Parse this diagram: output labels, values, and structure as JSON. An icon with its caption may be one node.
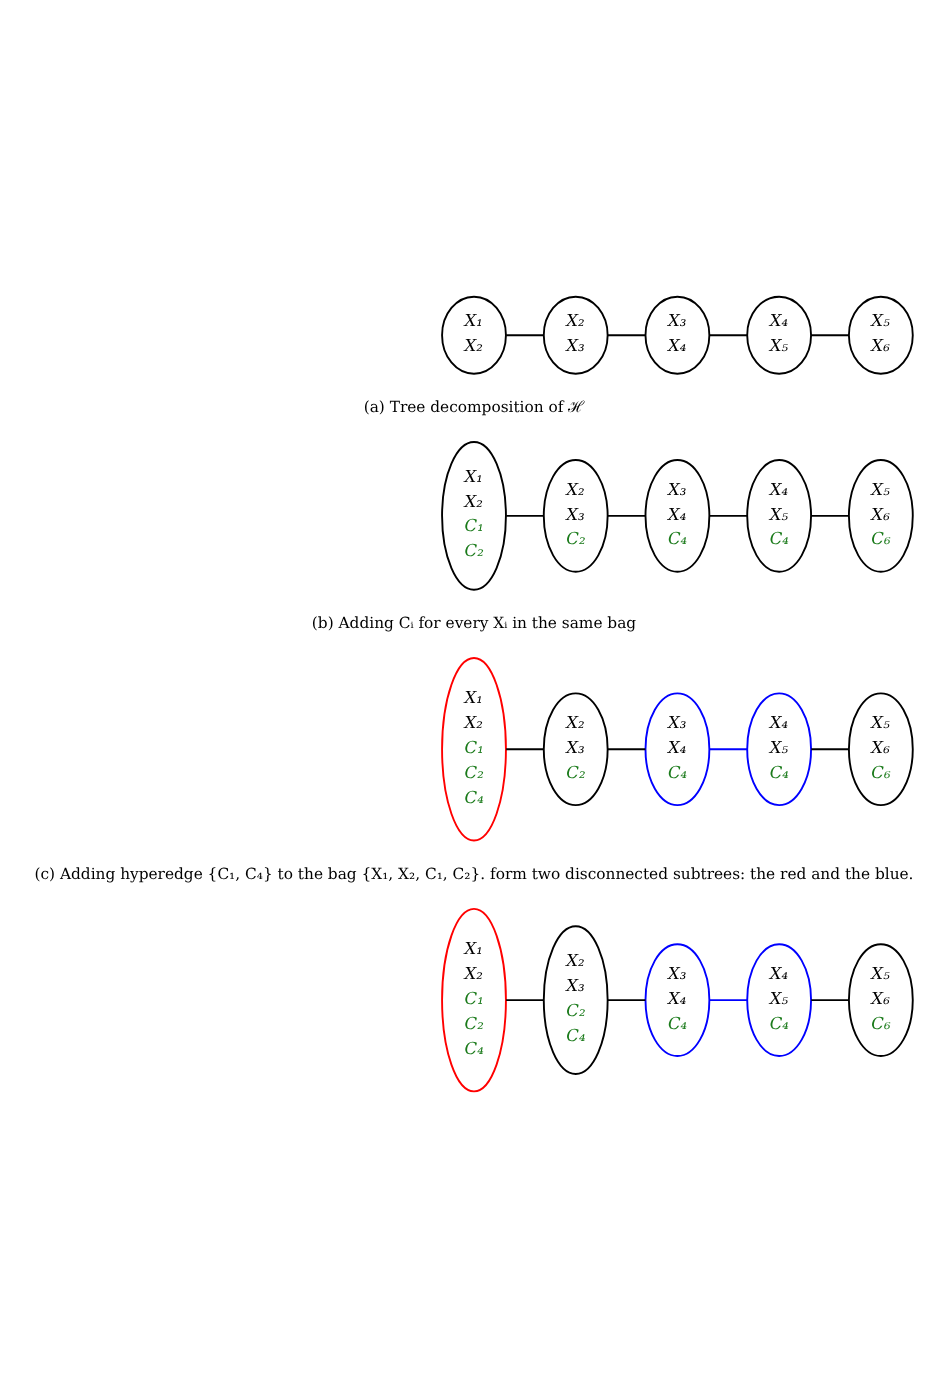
{
  "diagram": {
    "nodes": [
      {
        "text": [
          "X₁",
          "X₂"
        ]
      },
      {
        "text": [
          "X₂",
          "X₃"
        ]
      },
      {
        "text": [
          "X₃",
          "X₄"
        ]
      },
      {
        "text": [
          "X₄",
          "X₅"
        ]
      },
      {
        "text": [
          "X₅",
          "X₆"
        ]
      },
      {
        "text": [
          "X₁",
          "X₂",
          "C₁",
          "C₂"
        ]
      },
      {
        "text": [
          "X₂",
          "X₃",
          "C₂"
        ]
      },
      {
        "text": [
          "X₃",
          "X₄",
          "C₄"
        ]
      },
      {
        "text": [
          "X₄",
          "X₅",
          "C₄"
        ]
      },
      {
        "text": [
          "X₅",
          "X₆",
          "C₆"
        ]
      },
      {
        "text": [
          "X₁",
          "X₂",
          "C₁",
          "C₂",
          "C₄"
        ]
      },
      {
        "text": [
          "X₂",
          "X₃",
          "C₂"
        ]
      },
      {
        "text": [
          "X₃",
          "X₄",
          "C₄"
        ]
      },
      {
        "text": [
          "X₄",
          "X₅",
          "C₄"
        ]
      },
      {
        "text": [
          "X₅",
          "X₆",
          "C₆"
        ]
      },
      {
        "text": [
          "X₁",
          "X₂",
          "C₁",
          "C₂",
          "C₄"
        ]
      },
      {
        "text": [
          "X₂",
          "X₃",
          "C₂",
          "C₄"
        ]
      },
      {
        "text": [
          "X₃",
          "X₄",
          "C₄"
        ]
      },
      {
        "text": [
          "X₄",
          "X₅",
          "C₄"
        ]
      },
      {
        "text": [
          "X₅",
          "X₆",
          "C₆"
        ]
      }
    ],
    "edges": [
      {
        "from": 0,
        "to": 1,
        "arrow": "none"
      },
      {
        "from": 1,
        "to": 2,
        "arrow": "none"
      },
      {
        "from": 2,
        "to": 3,
        "arrow": "none"
      },
      {
        "from": 3,
        "to": 4,
        "arrow": "none"
      },
      {
        "from": 5,
        "to": 6,
        "arrow": "none"
      },
      {
        "from": 6,
        "to": 7,
        "arrow": "none"
      },
      {
        "from": 7,
        "to": 8,
        "arrow": "none"
      },
      {
        "from": 8,
        "to": 9,
        "arrow": "none"
      },
      {
        "from": 10,
        "to": 11,
        "arrow": "none"
      },
      {
        "from": 11,
        "to": 12,
        "arrow": "none"
      },
      {
        "from": 12,
        "to": 13,
        "arrow": "none",
        "color": "#0000ff"
      },
      {
        "from": 13,
        "to": 14,
        "arrow": "none"
      },
      {
        "from": 15,
        "to": 16,
        "arrow": "none"
      },
      {
        "from": 16,
        "to": 17,
        "arrow": "none"
      },
      {
        "from": 17,
        "to": 18,
        "arrow": "none",
        "color": "#0000ff"
      },
      {
        "from": 18,
        "to": 19,
        "arrow": "none"
      }
    ],
    "labels": [
      "(a) Tree decomposition of ℋ",
      "(b) Adding Cᵢ for every Xᵢ in the same bag",
      "(c) Adding hyperedge {C₁, C₄} to the bag {X₁, X₂, C₁, C₂}. form two disconnected subtrees: the red and the blue."
    ]
  }
}
